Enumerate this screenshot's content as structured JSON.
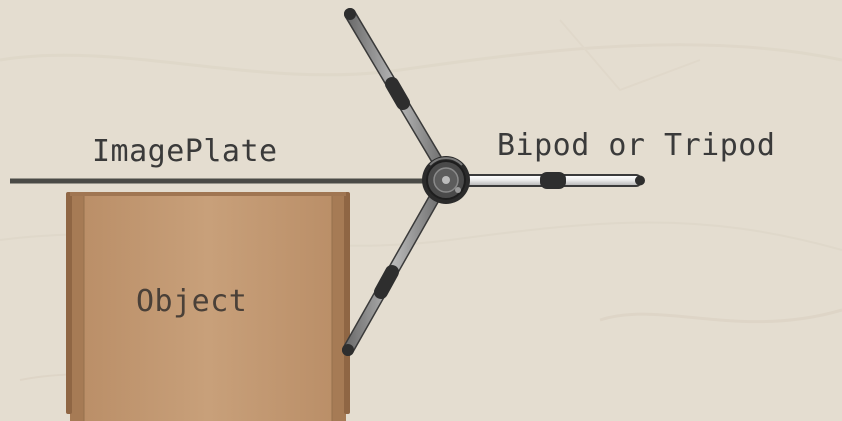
{
  "diagram": {
    "image_plate_label": "ImagePlate",
    "tripod_label": "Bipod or Tripod",
    "object_label": "Object"
  },
  "colors": {
    "background": "#e4ddd0",
    "image_plate_line": "#4a4a46",
    "box": "#c49a72",
    "box_flap": "#b58a62",
    "tripod_leg": "#8c8c8c",
    "tripod_leg_white": "#f4f4f4",
    "tripod_joint": "#2e2e2e"
  },
  "icons": {
    "object": "cardboard-box-icon",
    "tripod": "tripod-icon"
  }
}
